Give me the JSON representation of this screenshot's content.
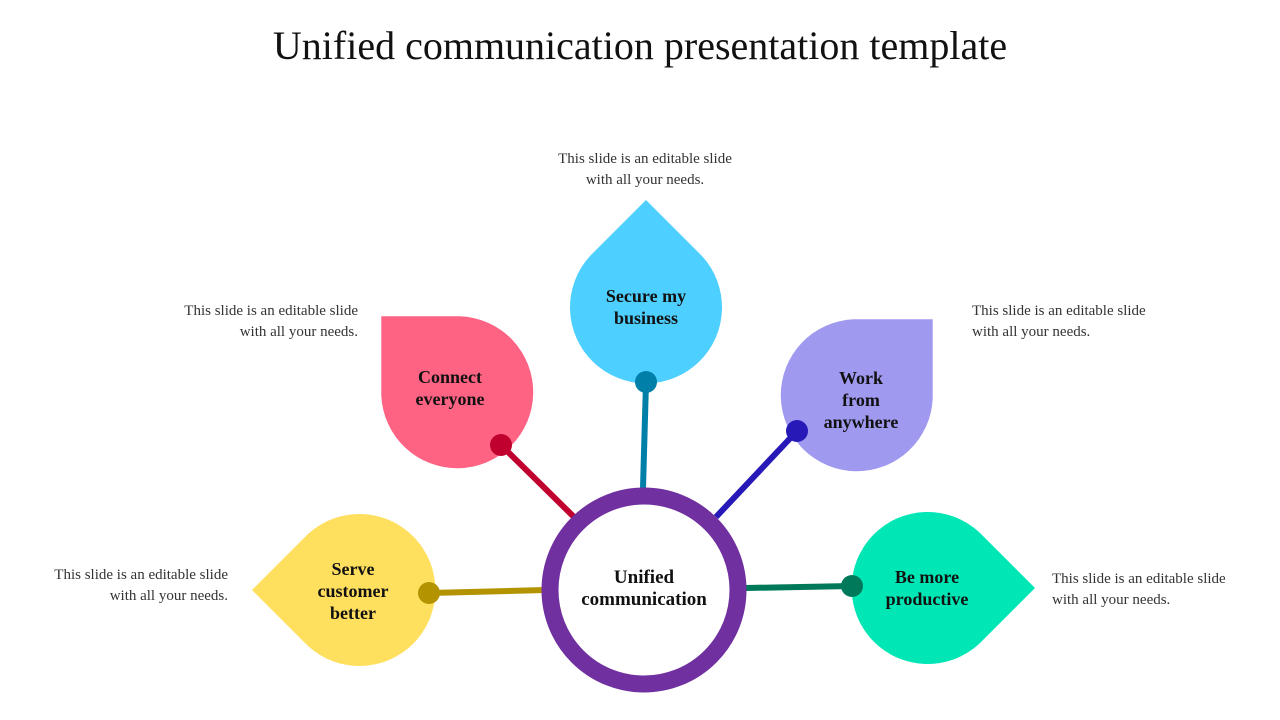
{
  "title": "Unified communication presentation template",
  "center": {
    "label": "Unified\ncommunication",
    "color": "#7030a0"
  },
  "nodes": [
    {
      "id": "serve",
      "label": "Serve\ncustomer\nbetter",
      "fill": "#ffdf5e",
      "line": "#b39400",
      "description": "This slide is an editable slide\nwith all your needs."
    },
    {
      "id": "connect",
      "label": "Connect\neveryone",
      "fill": "#ff6384",
      "line": "#c0002e",
      "description": "This slide is an editable slide\nwith all your needs."
    },
    {
      "id": "secure",
      "label": "Secure my\nbusiness",
      "fill": "#4dcfff",
      "line": "#007fa8",
      "description": "This slide is an editable slide\nwith all your needs."
    },
    {
      "id": "work",
      "label": "Work\nfrom\nanywhere",
      "fill": "#9f99f0",
      "line": "#2619b8",
      "description": "This slide is an editable slide\nwith all your needs."
    },
    {
      "id": "productive",
      "label": "Be more\nproductive",
      "fill": "#00e6b4",
      "line": "#00785a",
      "description": "This slide is an editable slide\nwith all your needs."
    }
  ]
}
